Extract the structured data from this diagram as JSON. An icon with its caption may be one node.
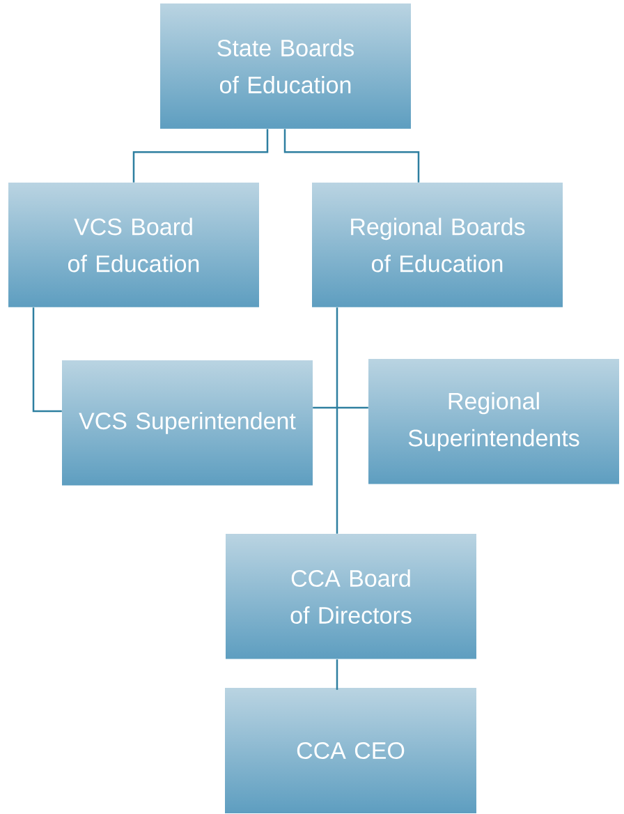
{
  "diagram": {
    "nodes": [
      {
        "text": [
          "State Boards of Education"
        ]
      },
      {
        "text": [
          "VCS Board of Education"
        ]
      },
      {
        "text": [
          "Regional Boards of Education"
        ]
      },
      {
        "text": [
          "VCS Superintendent"
        ]
      },
      {
        "text": [
          "Regional Superintendents"
        ]
      },
      {
        "text": [
          "CCA Board of Directors"
        ]
      },
      {
        "text": [
          "CCA CEO"
        ]
      }
    ],
    "edges": [
      {
        "from": 0,
        "to": 1,
        "arrow": "none"
      },
      {
        "from": 0,
        "to": 2,
        "arrow": "none"
      },
      {
        "from": 1,
        "to": 3,
        "arrow": "none"
      },
      {
        "from": 2,
        "to": 5,
        "arrow": "none"
      },
      {
        "from": 3,
        "to": 4,
        "arrow": "none"
      },
      {
        "from": 5,
        "to": 6,
        "arrow": "none"
      }
    ]
  }
}
